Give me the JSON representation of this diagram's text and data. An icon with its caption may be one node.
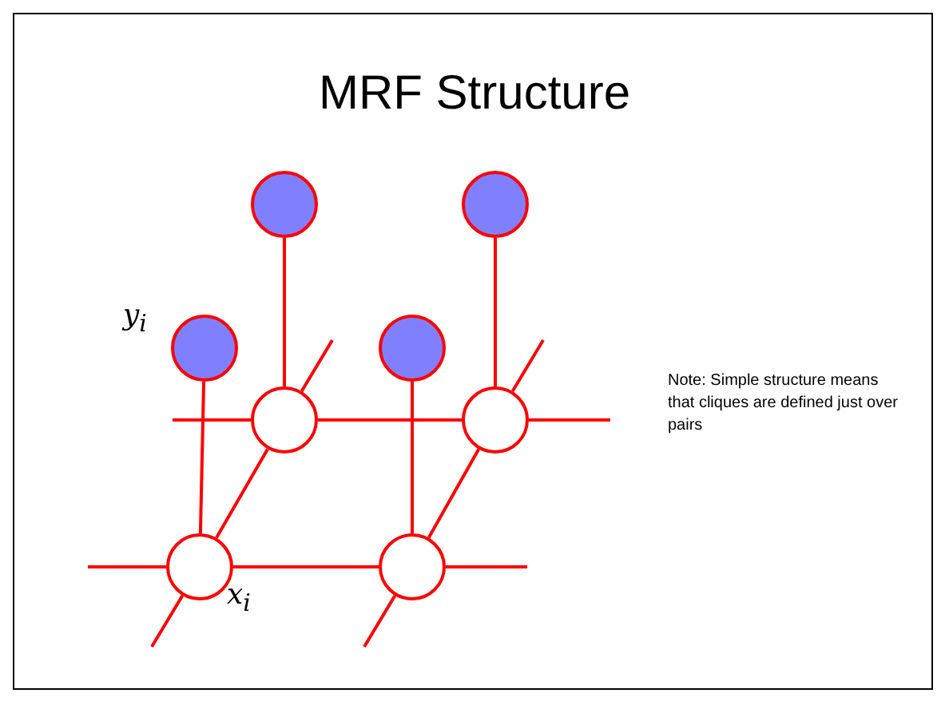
{
  "diagram": {
    "title": "MRF Structure",
    "nodes": [
      {
        "text": [],
        "shape": "circle"
      },
      {
        "text": [],
        "shape": "circle"
      },
      {
        "text": [],
        "shape": "circle",
        "beside": [
          "y$_{i}$"
        ]
      },
      {
        "text": [],
        "shape": "circle"
      },
      {
        "text": [],
        "shape": "circle"
      },
      {
        "text": [],
        "shape": "circle"
      },
      {
        "text": [],
        "shape": "circle",
        "beside": [
          "x$_{i}$"
        ]
      },
      {
        "text": [],
        "shape": "circle"
      }
    ],
    "edges": [
      {
        "from": 0,
        "to": 4,
        "arrow": "none"
      },
      {
        "from": 1,
        "to": 5,
        "arrow": "none"
      },
      {
        "from": 2,
        "to": 6,
        "arrow": "none"
      },
      {
        "from": 3,
        "to": 7,
        "arrow": "none"
      },
      {
        "from": 4,
        "to": 5,
        "arrow": "none"
      },
      {
        "from": 6,
        "to": 7,
        "arrow": "none"
      },
      {
        "from": 4,
        "to": 6,
        "arrow": "none"
      },
      {
        "from": 5,
        "to": 7,
        "arrow": "none"
      },
      {
        "from": 4,
        "to": null,
        "arrow": "none"
      },
      {
        "from": 4,
        "to": null,
        "arrow": "none"
      },
      {
        "from": 5,
        "to": null,
        "arrow": "none"
      },
      {
        "from": 5,
        "to": null,
        "arrow": "none"
      },
      {
        "from": 6,
        "to": null,
        "arrow": "none"
      },
      {
        "from": 6,
        "to": null,
        "arrow": "none"
      },
      {
        "from": 7,
        "to": null,
        "arrow": "none"
      },
      {
        "from": 7,
        "to": null,
        "arrow": "none"
      }
    ],
    "labels": [
      "Note:  Simple structure means that cliques are defined just over pairs"
    ]
  }
}
